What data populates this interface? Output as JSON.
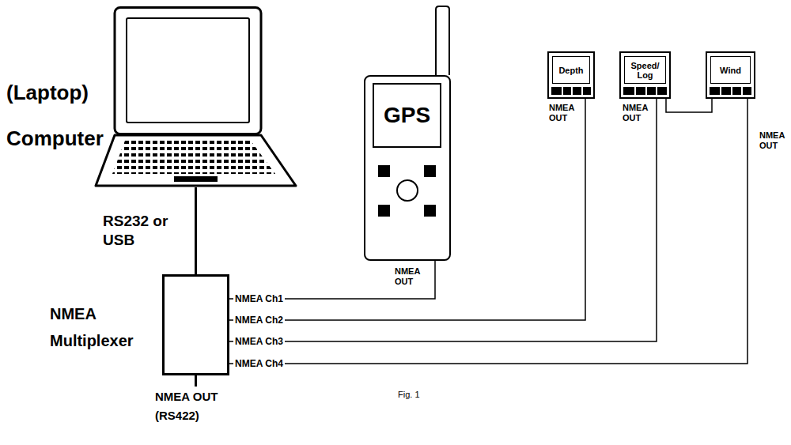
{
  "diagram": {
    "nodes": [
      {
        "text": [
          "(Laptop) Computer"
        ]
      },
      {
        "text": [
          "NMEA Multiplexer"
        ]
      },
      {
        "text": [
          "GPS",
          "NMEA OUT"
        ]
      },
      {
        "text": [
          "Depth",
          "NMEA OUT"
        ]
      },
      {
        "text": [
          "Speed/ Log",
          "NMEA OUT"
        ]
      },
      {
        "text": [
          "Wind",
          "NMEA OUT"
        ]
      }
    ],
    "edges": [
      {
        "from": 0,
        "to": 1,
        "label": "RS232 or USB",
        "arrow": "none"
      },
      {
        "from": 2,
        "to": 1,
        "label": "NMEA Ch1",
        "arrow": "none"
      },
      {
        "from": 3,
        "to": 1,
        "label": "NMEA Ch2",
        "arrow": "none"
      },
      {
        "from": 4,
        "to": 1,
        "label": "NMEA Ch3",
        "arrow": "none"
      },
      {
        "from": 5,
        "to": 1,
        "label": "NMEA Ch4",
        "arrow": "none"
      },
      {
        "from": 4,
        "to": 5,
        "arrow": "none"
      }
    ],
    "labels": [
      "NMEA OUT (RS422)",
      "Fig. 1"
    ]
  }
}
